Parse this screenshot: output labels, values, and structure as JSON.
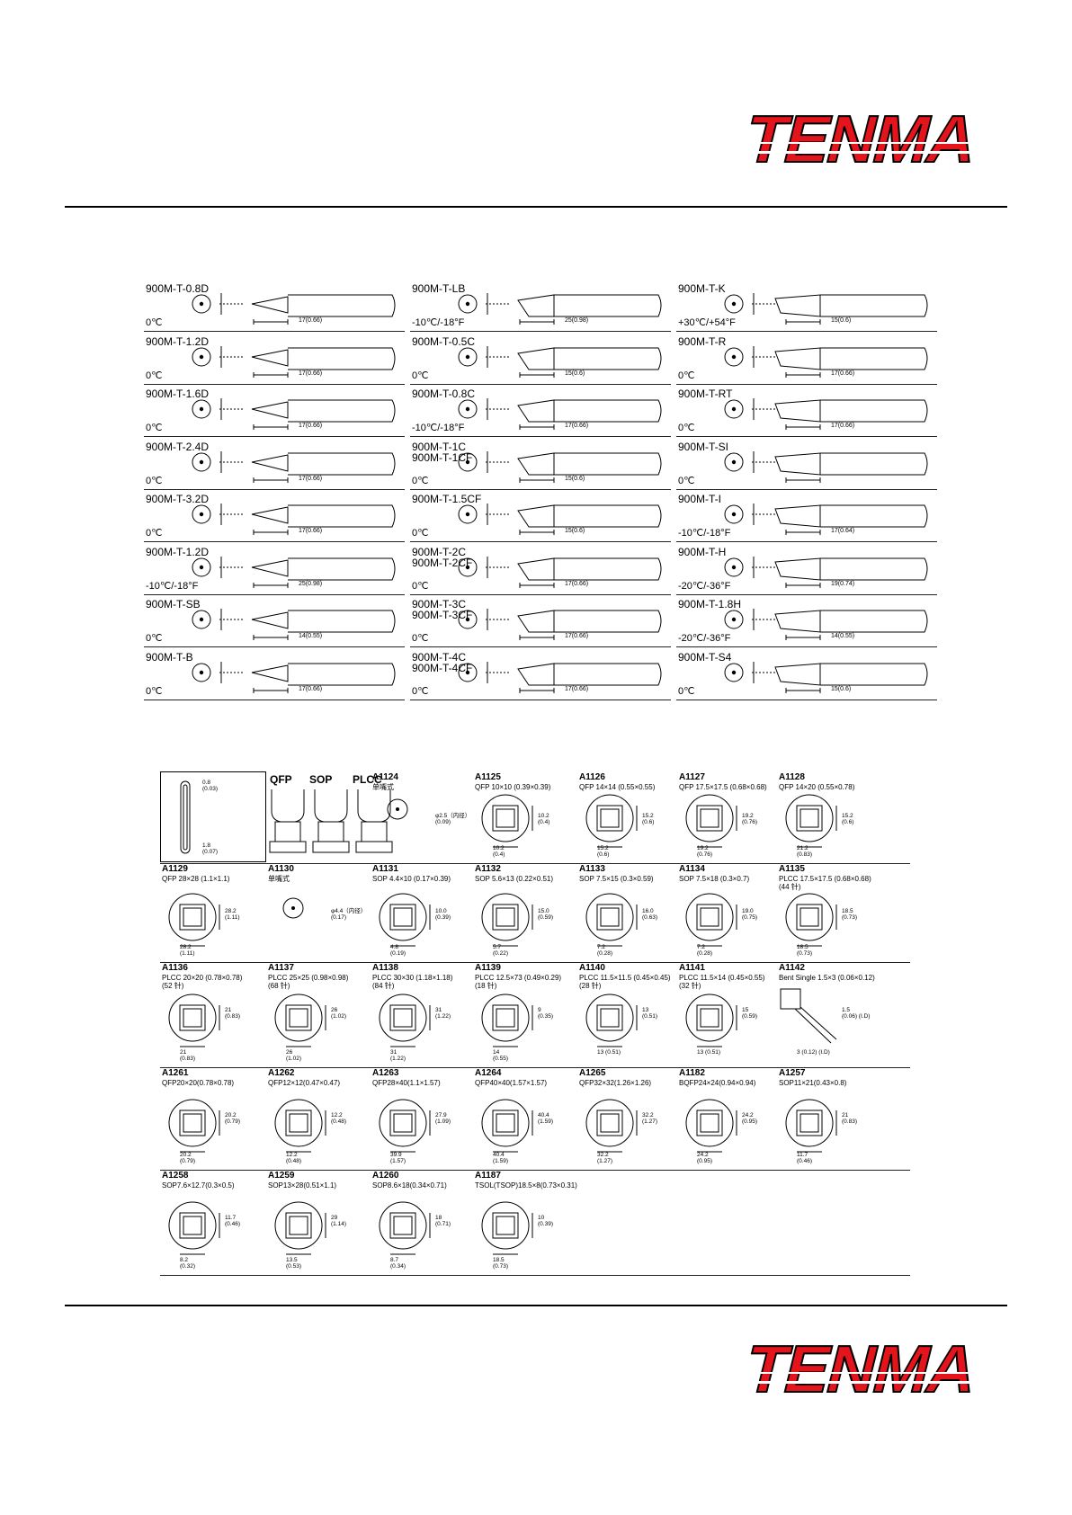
{
  "brand": {
    "name": "TENMA",
    "color": "#e3141b"
  },
  "tips": [
    [
      {
        "name": "900M-T-0.8D",
        "temp": "0℃"
      },
      {
        "name": "900M-T-1.2D",
        "temp": "0℃"
      },
      {
        "name": "900M-T-1.6D",
        "temp": "0℃"
      },
      {
        "name": "900M-T-2.4D",
        "temp": "0℃"
      },
      {
        "name": "900M-T-3.2D",
        "temp": "0℃"
      },
      {
        "name": "900M-T-1.2D",
        "temp": "-10℃/-18°F"
      },
      {
        "name": "900M-T-SB",
        "temp": "0℃"
      },
      {
        "name": "900M-T-B",
        "temp": "0℃"
      }
    ],
    [
      {
        "name": "900M-T-LB",
        "temp": "-10℃/-18°F"
      },
      {
        "name": "900M-T-0.5C",
        "temp": "0℃"
      },
      {
        "name": "900M-T-0.8C",
        "temp": "-10℃/-18°F"
      },
      {
        "name": "900M-T-1C\n900M-T-1CF",
        "temp": "0℃"
      },
      {
        "name": "900M-T-1.5CF",
        "temp": "0℃"
      },
      {
        "name": "900M-T-2C\n900M-T-2CF",
        "temp": "0℃"
      },
      {
        "name": "900M-T-3C\n900M-T-3CF",
        "temp": "0℃"
      },
      {
        "name": "900M-T-4C\n900M-T-4CF",
        "temp": "0℃"
      }
    ],
    [
      {
        "name": "900M-T-K",
        "temp": "+30℃/+54°F"
      },
      {
        "name": "900M-T-R",
        "temp": "0℃"
      },
      {
        "name": "900M-T-RT",
        "temp": "0℃"
      },
      {
        "name": "900M-T-SI",
        "temp": "0℃"
      },
      {
        "name": "900M-T-I",
        "temp": "-10℃/-18°F"
      },
      {
        "name": "900M-T-H",
        "temp": "-20℃/-36°F"
      },
      {
        "name": "900M-T-1.8H",
        "temp": "-20℃/-36°F"
      },
      {
        "name": "900M-T-S4",
        "temp": "0℃"
      }
    ]
  ],
  "tip_dims": [
    [
      "17(0.66)",
      "17(0.66)",
      "17(0.66)",
      "17(0.66)",
      "17(0.66)",
      "25(0.98)",
      "14(0.55)",
      "17(0.66)"
    ],
    [
      "25(0.98)",
      "15(0.6)",
      "17(0.66)",
      "15(0.6)",
      "15(0.6)",
      "17(0.66)",
      "17(0.66)",
      "17(0.66)"
    ],
    [
      "15(0.6)",
      "17(0.66)",
      "17(0.66)",
      "",
      "17(0.64)",
      "19(0.74)",
      "14(0.55)",
      "15(0.6)"
    ]
  ],
  "nozzle_header": {
    "qfp": "QFP",
    "sop": "SOP",
    "plcc": "PLCC",
    "frame_top": "0.8\n(0.03)",
    "frame_bot": "1.8\n(0.07)"
  },
  "nozzles": [
    [
      {
        "code": "A1124",
        "desc": "单嘴式",
        "dim1": "φ2.5（内径）\n(0.09)",
        "dim2": ""
      },
      {
        "code": "A1125",
        "desc": "QFP 10×10 (0.39×0.39)",
        "dim1": "10.2\n(0.4)",
        "dim2": "10.2\n(0.4)"
      },
      {
        "code": "A1126",
        "desc": "QFP 14×14 (0.55×0.55)",
        "dim1": "15.2\n(0.6)",
        "dim2": "15.2\n(0.6)"
      },
      {
        "code": "A1127",
        "desc": "QFP 17.5×17.5 (0.68×0.68)",
        "dim1": "19.2\n(0.76)",
        "dim2": "19.2\n(0.76)"
      },
      {
        "code": "A1128",
        "desc": "QFP 14×20 (0.55×0.78)",
        "dim1": "15.2\n(0.6)",
        "dim2": "21.2\n(0.83)"
      }
    ],
    [
      {
        "code": "A1129",
        "desc": "QFP 28×28 (1.1×1.1)",
        "dim1": "28.2\n(1.11)",
        "dim2": "28.2\n(1.11)"
      },
      {
        "code": "A1130",
        "desc": "单嘴式",
        "dim1": "φ4.4（内径）\n(0.17)",
        "dim2": ""
      },
      {
        "code": "A1131",
        "desc": "SOP 4.4×10 (0.17×0.39)",
        "dim1": "10.0\n(0.39)",
        "dim2": "4.8\n(0.19)"
      },
      {
        "code": "A1132",
        "desc": "SOP 5.6×13 (0.22×0.51)",
        "dim1": "15.0\n(0.59)",
        "dim2": "5.7\n(0.22)"
      },
      {
        "code": "A1133",
        "desc": "SOP 7.5×15 (0.3×0.59)",
        "dim1": "16.0\n(0.63)",
        "dim2": "7.2\n(0.28)"
      },
      {
        "code": "A1134",
        "desc": "SOP 7.5×18 (0.3×0.7)",
        "dim1": "19.0\n(0.75)",
        "dim2": "7.2\n(0.28)"
      },
      {
        "code": "A1135",
        "desc": "PLCC 17.5×17.5 (0.68×0.68)\n(44 针)",
        "dim1": "18.5\n(0.73)",
        "dim2": "18.5\n(0.73)"
      }
    ],
    [
      {
        "code": "A1136",
        "desc": "PLCC 20×20 (0.78×0.78)\n(52 针)",
        "dim1": "21\n(0.83)",
        "dim2": "21\n(0.83)"
      },
      {
        "code": "A1137",
        "desc": "PLCC 25×25 (0.98×0.98)\n(68 针)",
        "dim1": "26\n(1.02)",
        "dim2": "26\n(1.02)"
      },
      {
        "code": "A1138",
        "desc": "PLCC 30×30 (1.18×1.18)\n(84 针)",
        "dim1": "31\n(1.22)",
        "dim2": "31\n(1.22)"
      },
      {
        "code": "A1139",
        "desc": "PLCC 12.5×73 (0.49×0.29)\n(18 针)",
        "dim1": "9\n(0.35)",
        "dim2": "14\n(0.55)"
      },
      {
        "code": "A1140",
        "desc": "PLCC 11.5×11.5 (0.45×0.45)\n(28 针)",
        "dim1": "13\n(0.51)",
        "dim2": "13 (0.51)"
      },
      {
        "code": "A1141",
        "desc": "PLCC 11.5×14 (0.45×0.55)\n(32 针)",
        "dim1": "15\n(0.59)",
        "dim2": "13 (0.51)"
      },
      {
        "code": "A1142",
        "desc": "Bent Single 1.5×3 (0.06×0.12)",
        "dim1": "1.5\n(0.06) (I.D)",
        "dim2": "3 (0.12) (I.D)"
      }
    ],
    [
      {
        "code": "A1261",
        "desc": "QFP20×20(0.78×0.78)",
        "dim1": "20.2\n(0.79)",
        "dim2": "20.2\n(0.79)"
      },
      {
        "code": "A1262",
        "desc": "QFP12×12(0.47×0.47)",
        "dim1": "12.2\n(0.48)",
        "dim2": "12.2\n(0.48)"
      },
      {
        "code": "A1263",
        "desc": "QFP28×40(1.1×1.57)",
        "dim1": "27.9\n(1.09)",
        "dim2": "39.9\n(1.57)"
      },
      {
        "code": "A1264",
        "desc": "QFP40×40(1.57×1.57)",
        "dim1": "40.4\n(1.59)",
        "dim2": "40.4\n(1.59)"
      },
      {
        "code": "A1265",
        "desc": "QFP32×32(1.26×1.26)",
        "dim1": "32.2\n(1.27)",
        "dim2": "32.2\n(1.27)"
      },
      {
        "code": "A1182",
        "desc": "BQFP24×24(0.94×0.94)",
        "dim1": "24.2\n(0.95)",
        "dim2": "24.2\n(0.95)"
      },
      {
        "code": "A1257",
        "desc": "SOP11×21(0.43×0.8)",
        "dim1": "21\n(0.83)",
        "dim2": "11.7\n(0.46)"
      }
    ],
    [
      {
        "code": "A1258",
        "desc": "SOP7.6×12.7(0.3×0.5)",
        "dim1": "11.7\n(0.46)",
        "dim2": "8.2\n(0.32)"
      },
      {
        "code": "A1259",
        "desc": "SOP13×28(0.51×1.1)",
        "dim1": "29\n(1.14)",
        "dim2": "13.5\n(0.53)"
      },
      {
        "code": "A1260",
        "desc": "SOP8.6×18(0.34×0.71)",
        "dim1": "18\n(0.71)",
        "dim2": "8.7\n(0.34)"
      },
      {
        "code": "A1187",
        "desc": "TSOL(TSOP)18.5×8(0.73×0.31)",
        "dim1": "10\n(0.39)",
        "dim2": "18.5\n(0.73)"
      }
    ]
  ]
}
